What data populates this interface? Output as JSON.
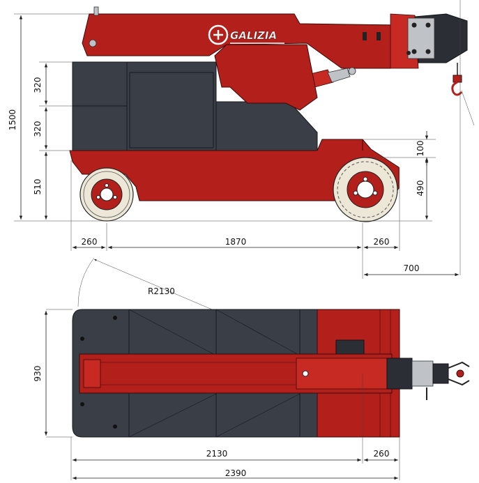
{
  "brand": {
    "name": "GALIZIA"
  },
  "colors": {
    "body_red": "#b3201b",
    "counterweight_gray": "#3a3f47",
    "tire_cream": "#ece7d6",
    "dimension_line": "#222222"
  },
  "dimensions_side": {
    "total_height": "1500",
    "upper_block": "320",
    "middle_block": "320",
    "lower_block": "510",
    "ground_clearance_gap": "100",
    "front_wheel_height": "490",
    "rear_overhang": "260",
    "wheelbase": "1870",
    "front_overhang": "260",
    "jib_reach": "700"
  },
  "dimensions_top": {
    "turning_radius": "R2130",
    "width": "930",
    "body_length": "2130",
    "front_section": "260",
    "total_length": "2390"
  }
}
